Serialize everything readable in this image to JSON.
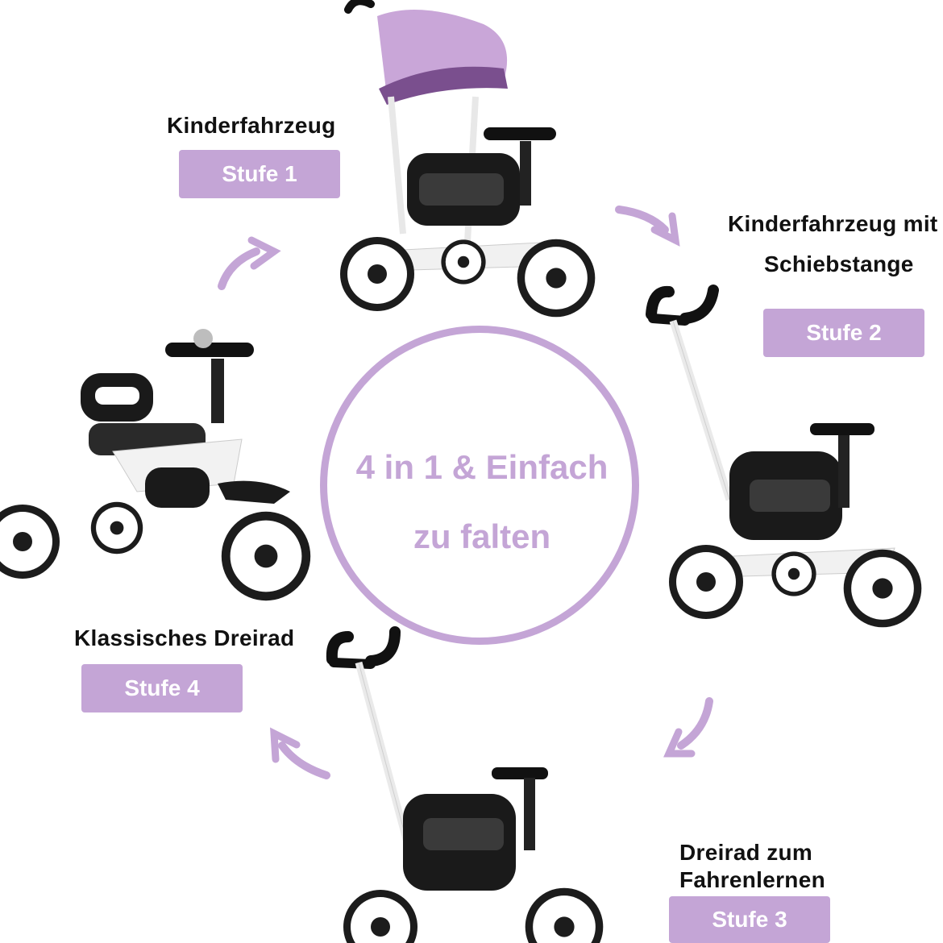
{
  "center": {
    "line1": "4 in 1 & Einfach",
    "line2": "zu falten"
  },
  "stages": [
    {
      "title": "Kinderfahrzeug",
      "badge": "Stufe 1"
    },
    {
      "title_line1": "Kinderfahrzeug mit",
      "title_line2": "Schiebstange",
      "badge": "Stufe 2"
    },
    {
      "title_line1": "Dreirad zum",
      "title_line2": "Fahrenlernen",
      "badge": "Stufe 3"
    },
    {
      "title": "Klassisches Dreirad",
      "badge": "Stufe 4"
    }
  ],
  "colors": {
    "accent": "#c4a5d6",
    "canopy": "#c9a6d8",
    "frame_black": "#1a1a1a",
    "frame_white": "#f4f4f4"
  }
}
